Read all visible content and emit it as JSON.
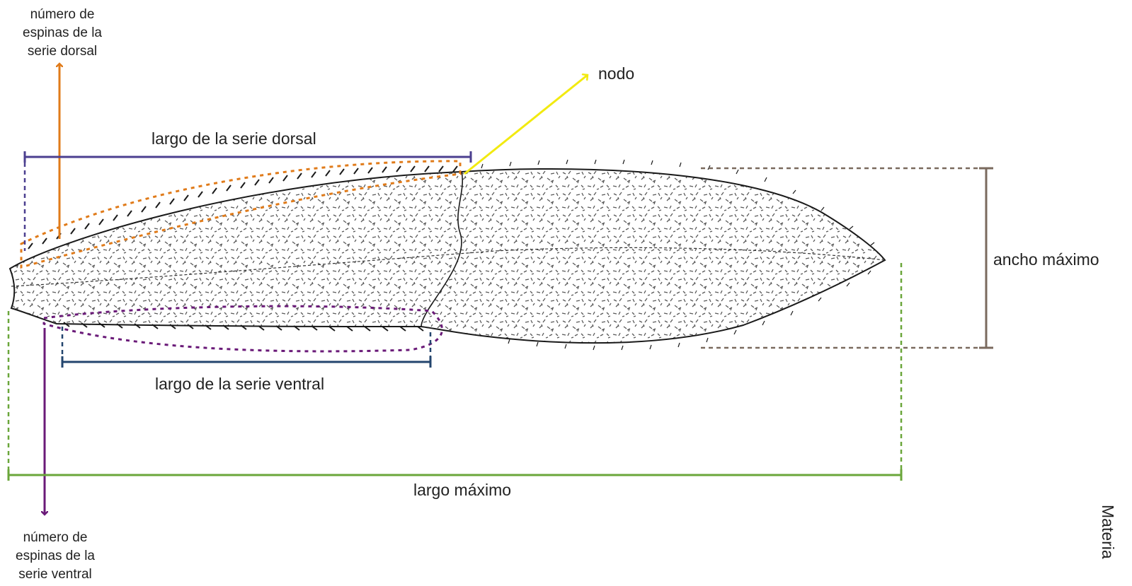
{
  "labels": {
    "dorsal_count": [
      "número de",
      "espinas de la",
      "serie dorsal"
    ],
    "ventral_count": [
      "número de",
      "espinas de la",
      "serie ventral"
    ],
    "node": "nodo",
    "dorsal_length": "largo de la serie dorsal",
    "ventral_length": "largo de la serie ventral",
    "max_width": "ancho máximo",
    "max_length": "largo máximo",
    "edge_text": "Materia"
  },
  "colors": {
    "dorsal_count": "#e07b1a",
    "ventral_count": "#6a1a78",
    "node": "#f2ea10",
    "dorsal_length": "#4b3f8f",
    "ventral_length": "#23456e",
    "max_width": "#7a6a5e",
    "max_length": "#6aa63a",
    "outline": "#1a1a1a"
  }
}
